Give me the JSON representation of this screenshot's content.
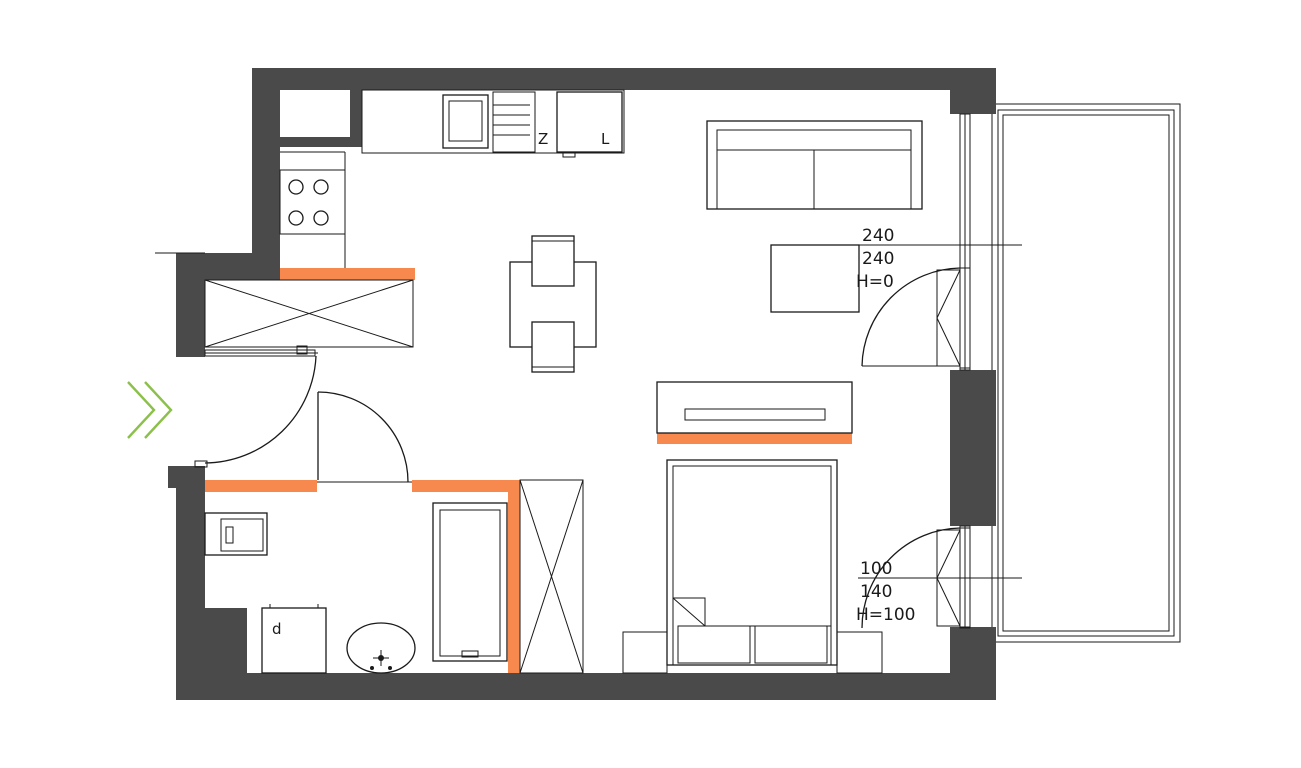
{
  "colors": {
    "wall": "#4a4a4a",
    "accent": "#f7894f",
    "entrance_arrow": "#8cc04b"
  },
  "kitchen": {
    "sink_label": "Z",
    "fridge_label": "L"
  },
  "bathroom": {
    "washer_label": "d"
  },
  "openings": {
    "top": {
      "width": "240",
      "height": "240",
      "sill": "H=0"
    },
    "bottom": {
      "width": "100",
      "height": "140",
      "sill": "H=100"
    }
  },
  "icons": {
    "entrance": "double-chevron-right-icon"
  }
}
